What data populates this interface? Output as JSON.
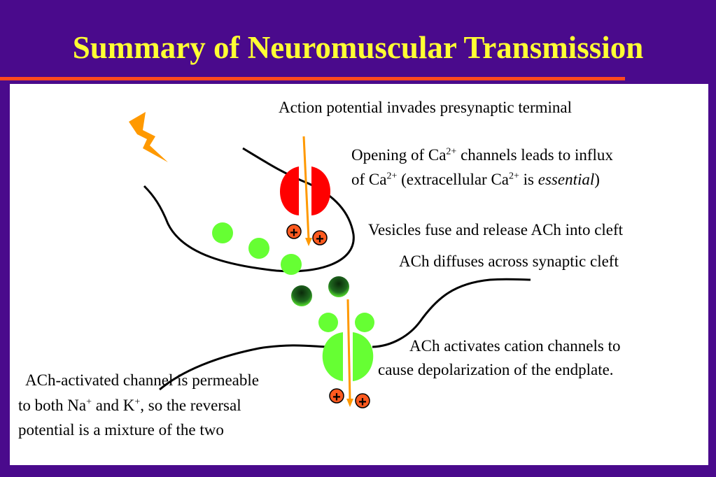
{
  "title": "Summary of Neuromuscular Transmission",
  "steps": {
    "action_potential": "Action potential invades presynaptic terminal",
    "ca_line1_a": "Opening of Ca",
    "ca_sup": "2+",
    "ca_line1_b": " channels leads to influx",
    "ca_line2_a": "of Ca",
    "ca_line2_b": " (extracellular Ca",
    "ca_line2_c": " is ",
    "ca_line2_em": "essential",
    "ca_line2_d": ")",
    "vesicles": "Vesicles fuse and release ACh into cleft",
    "diffuses": "ACh diffuses across synaptic cleft",
    "activates_line1": "ACh activates cation channels to",
    "activates_line2": "cause depolarization of the endplate."
  },
  "permeable": {
    "line1": "ACh-activated channel is permeable",
    "line2_a": "to both Na",
    "plus_sup": "+",
    "line2_b": " and K",
    "line2_c": ", so the reversal",
    "line3": "potential is a mixture of the two"
  },
  "ion_symbol": "+",
  "colors": {
    "background": "#4a0a8c",
    "title": "#ffff33",
    "rule": "#ff4a1f",
    "channel_presynaptic": "#ff0000",
    "channel_receptor": "#66ff33",
    "vesicle": "#66ff33",
    "arrow": "#ff9900",
    "bolt": "#ff9900",
    "ion": "#ff5a1f"
  }
}
